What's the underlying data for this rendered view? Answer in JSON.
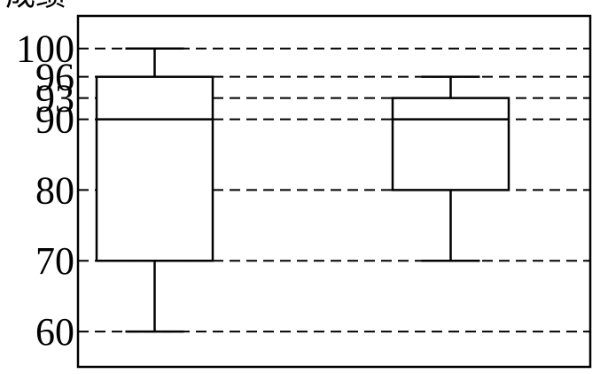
{
  "chart_data": {
    "type": "box",
    "ylabel": "成绩",
    "ylim": [
      55,
      104.6
    ],
    "yticks": [
      60,
      70,
      80,
      90,
      93,
      96,
      100
    ],
    "grid": "dashed",
    "series": [
      {
        "min": 60,
        "q1": 70,
        "median": 90,
        "q3": 96,
        "max": 100
      },
      {
        "min": 70,
        "q1": 80,
        "median": 90,
        "q3": 93,
        "max": 96
      }
    ]
  }
}
